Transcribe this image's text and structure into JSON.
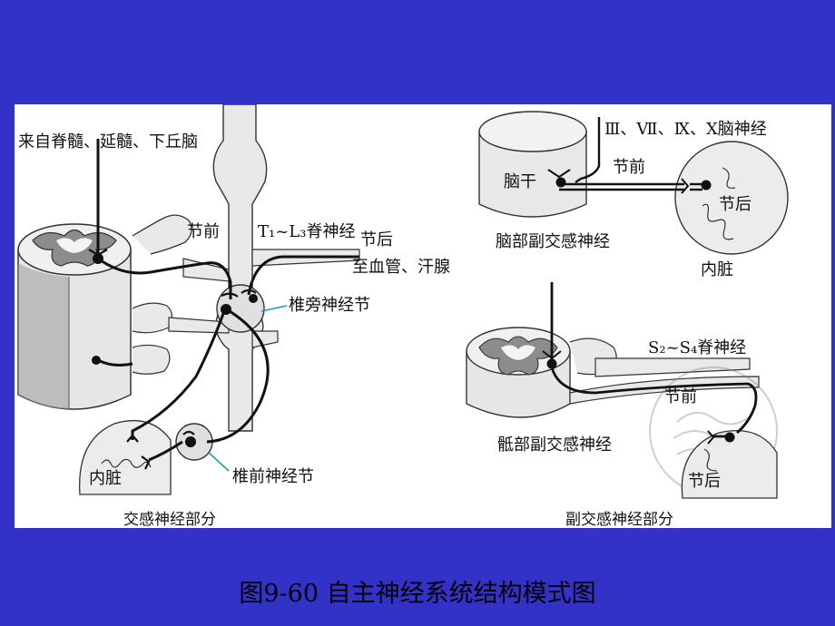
{
  "caption": "图9-60 自主神经系统结构模式图",
  "sympathetic": {
    "source": "来自脊髓、延髓、下丘脑",
    "preganglionic": "节前",
    "spinal_nerves": "T₁~L₃脊神经",
    "postganglionic": "节后",
    "target": "至血管、汗腺",
    "paravertebral_ganglion": "椎旁神经节",
    "prevertebral_ganglion": "椎前神经节",
    "viscera": "内脏",
    "title": "交感神经部分"
  },
  "parasympathetic": {
    "cranial_nerves": "Ⅲ、Ⅶ、Ⅸ、Ⅹ脑神经",
    "brainstem": "脑干",
    "preganglionic_top": "节前",
    "postganglionic_top": "节后",
    "cranial_title": "脑部副交感神经",
    "viscera": "内脏",
    "spinal_nerves": "S₂~S₄脊神经",
    "preganglionic_bottom": "节前",
    "sacral_title": "骶部副交感神经",
    "postganglionic_bottom": "节后",
    "title": "副交感神经部分"
  },
  "colors": {
    "background": "#3232c8",
    "panel": "#ffffff",
    "gray_matter": "#909090",
    "tissue": "#e8e8e8",
    "pointer": "#1a9abd"
  }
}
